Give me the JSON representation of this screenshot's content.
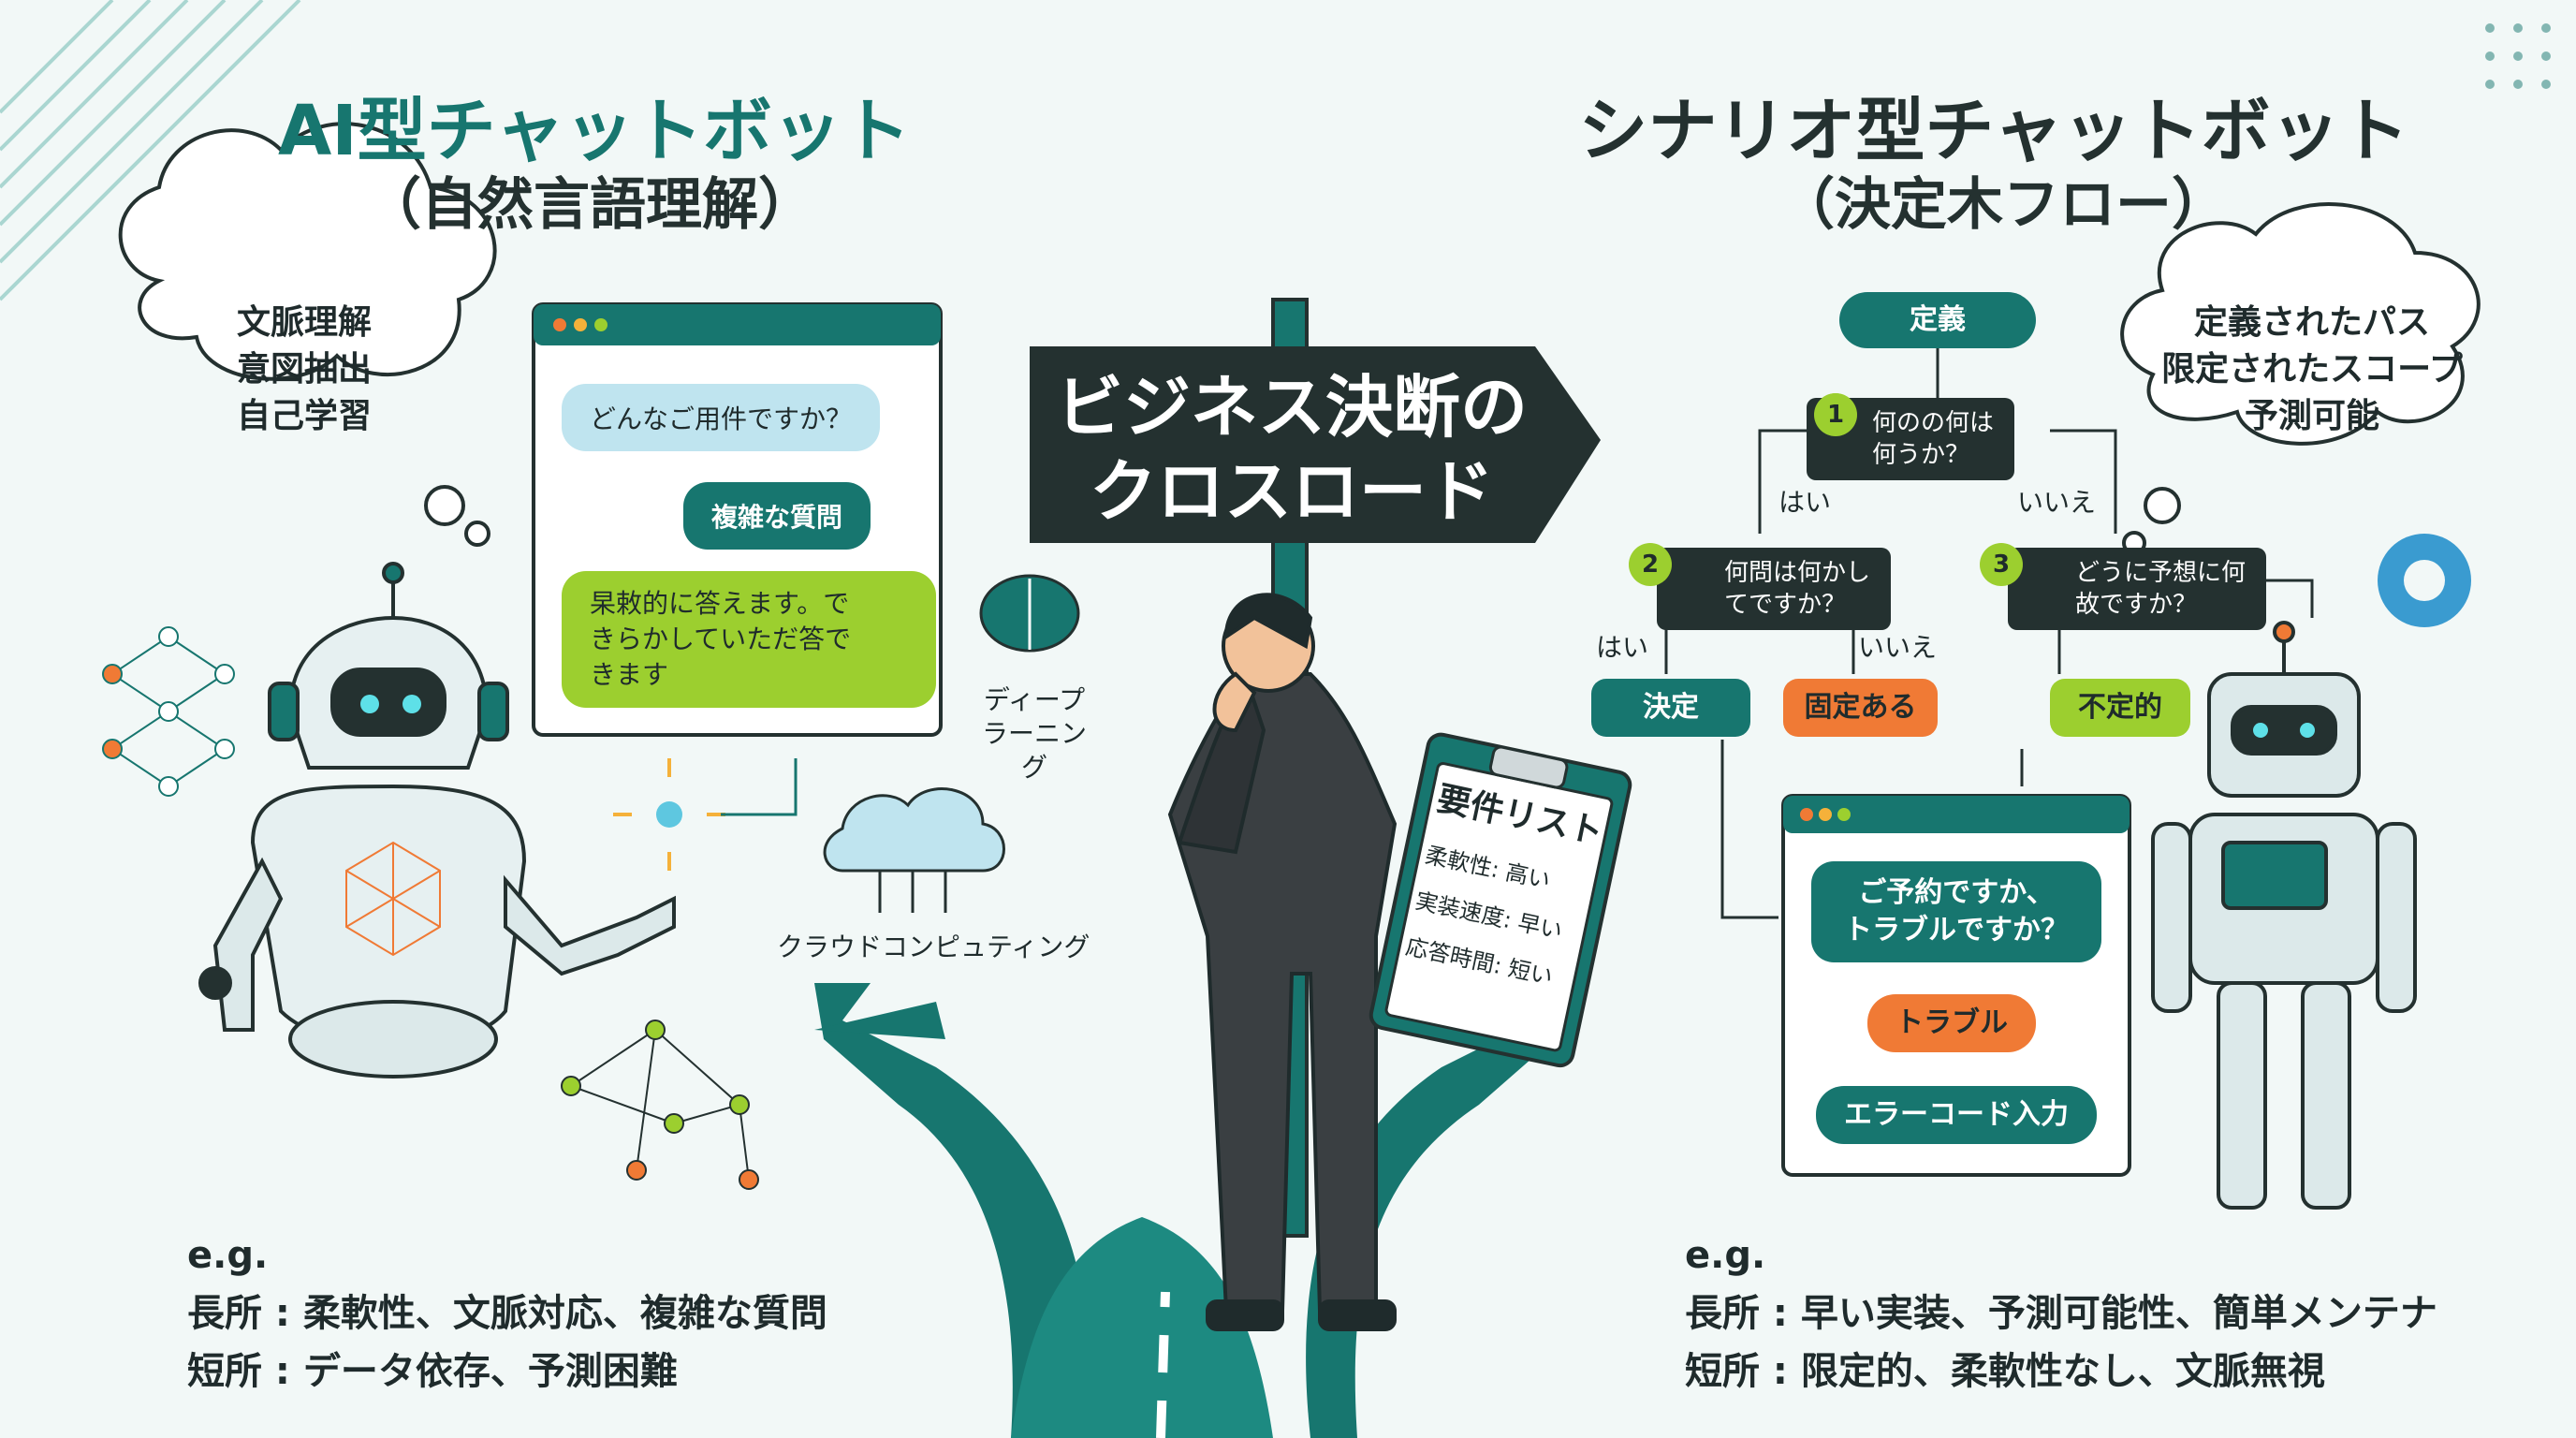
{
  "left": {
    "title": "AI型チャットボット",
    "subtitle": "（自然言語理解）",
    "thought": [
      "文脈理解",
      "意図抽出",
      "自己学習"
    ],
    "chat": {
      "msg1": "どんなご用件ですか？",
      "msg2": "複雑な質問",
      "msg3_lines": [
        "杲敕的に答えます。で",
        "きらかしていただ答で",
        "きます"
      ]
    },
    "deep_learning": [
      "ディープ",
      "ラーニング"
    ],
    "cloud_label": "クラウドコンピュティング",
    "eg": "e.g.",
    "pros": "長所 : 柔軟性、文脈対応、複雑な質問",
    "cons": "短所 : データ依存、予測困難"
  },
  "center": {
    "sign_lines": [
      "ビジネス決断の",
      "クロスロード"
    ],
    "clipboard": {
      "title": "要件リスト",
      "items": [
        "柔軟性: 高い",
        "実装速度: 早い",
        "応答時間: 短い"
      ]
    }
  },
  "right": {
    "title": "シナリオ型チャットボット",
    "subtitle": "（決定木フロー）",
    "thought": [
      "定義されたパス",
      "限定されたスコープ",
      "予測可能"
    ],
    "flow": {
      "root": "定義",
      "q1_num": "1",
      "q1": [
        "何のの何は",
        "何うか？"
      ],
      "yes1": "はい",
      "no1": "いいえ",
      "q2_num": "2",
      "q2": [
        "何問は何かし",
        "てですか？"
      ],
      "q3_num": "3",
      "q3": [
        "どうに予想に何",
        "故ですか？"
      ],
      "yes2": "はい",
      "no2": "いいえ",
      "decide": "決定",
      "fixed": "固定ある",
      "indef": "不定的"
    },
    "chat": {
      "msg_lines": [
        "ご予約ですか、",
        "トラブルですか？"
      ],
      "trouble": "トラブル",
      "error_code": "エラーコード入力"
    },
    "eg": "e.g.",
    "pros": "長所 : 早い実装、予測可能性、簡単メンテナ",
    "cons": "短所 : 限定的、柔軟性なし、文脈無視"
  },
  "colors": {
    "teal": "#17766f",
    "dark": "#243130",
    "lime": "#9ccf2f",
    "orange": "#f07a35",
    "light_blue": "#bfe4ef",
    "bg": "#f2f8f7"
  }
}
